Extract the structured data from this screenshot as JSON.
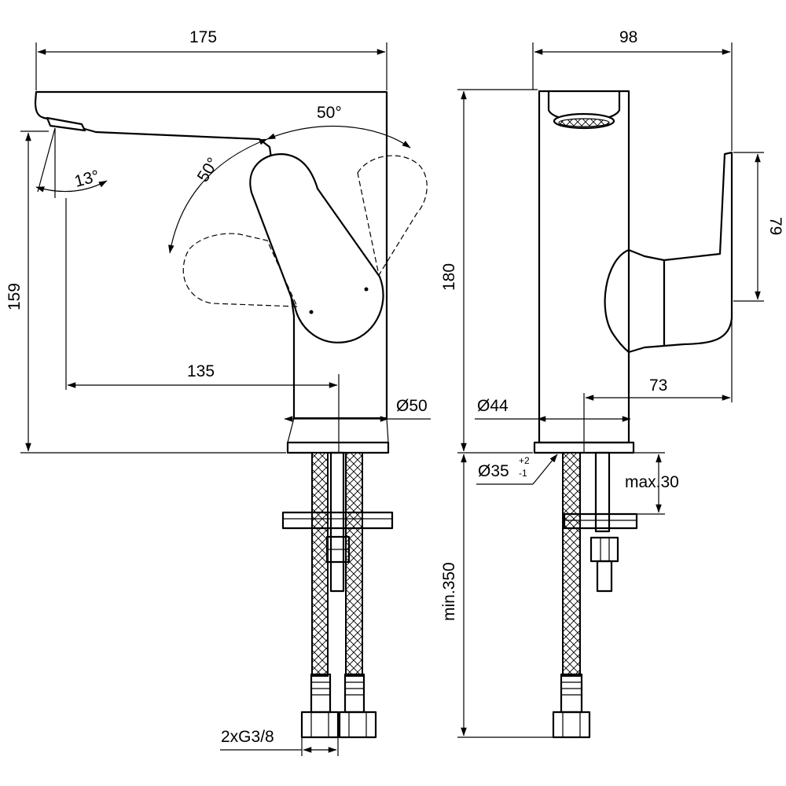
{
  "dimensions": {
    "overall_width": "175",
    "side_depth": "98",
    "spout_angle": "13°",
    "lever_angle_top": "50°",
    "lever_angle_side": "50°",
    "height_spout": "159",
    "total_height": "180",
    "spout_projection": "135",
    "body_diameter": "Ø50",
    "body_diameter_side": "Ø44",
    "lever_offset": "73",
    "lever_height": "79",
    "hole_diameter": "Ø35",
    "hole_tolerance_upper": "+2",
    "hole_tolerance_lower": "-1",
    "max_deck": "max.30",
    "min_hose_length": "min.350",
    "connection_thread": "2xG3/8"
  }
}
